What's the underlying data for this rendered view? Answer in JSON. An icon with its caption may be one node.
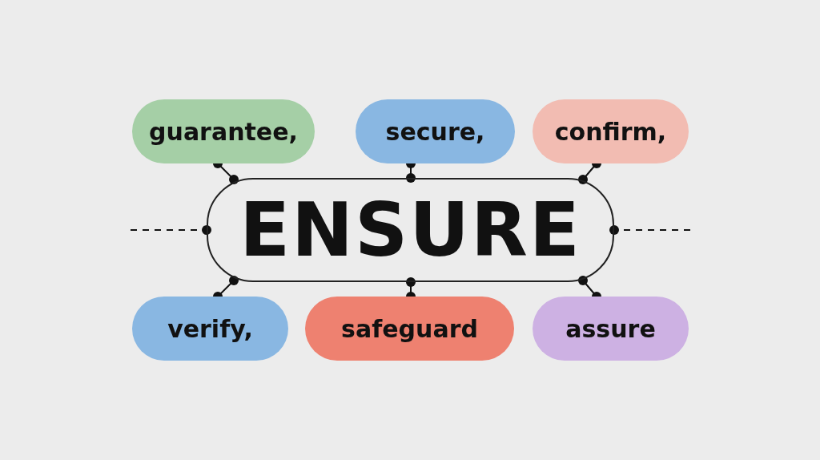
{
  "diagram": {
    "nodes": [
      {
        "text": [
          "ENSURE"
        ]
      },
      {
        "text": [
          "guarantee,"
        ]
      },
      {
        "text": [
          "secure,"
        ]
      },
      {
        "text": [
          "confirm,"
        ]
      },
      {
        "text": [
          "verify,"
        ]
      },
      {
        "text": [
          "safeguard"
        ]
      },
      {
        "text": [
          "assure"
        ]
      }
    ],
    "edges": [
      {
        "from": 0,
        "to": 1,
        "arrow": "other"
      },
      {
        "from": 0,
        "to": 2,
        "arrow": "other"
      },
      {
        "from": 0,
        "to": 3,
        "arrow": "other"
      },
      {
        "from": 0,
        "to": 4,
        "arrow": "other"
      },
      {
        "from": 0,
        "to": 5,
        "arrow": "other"
      },
      {
        "from": 0,
        "to": 6,
        "arrow": "other"
      },
      {
        "from": null,
        "to": 0,
        "arrow": "other",
        "style": "dashed"
      },
      {
        "from": null,
        "to": 0,
        "arrow": "other",
        "style": "dashed"
      }
    ]
  }
}
